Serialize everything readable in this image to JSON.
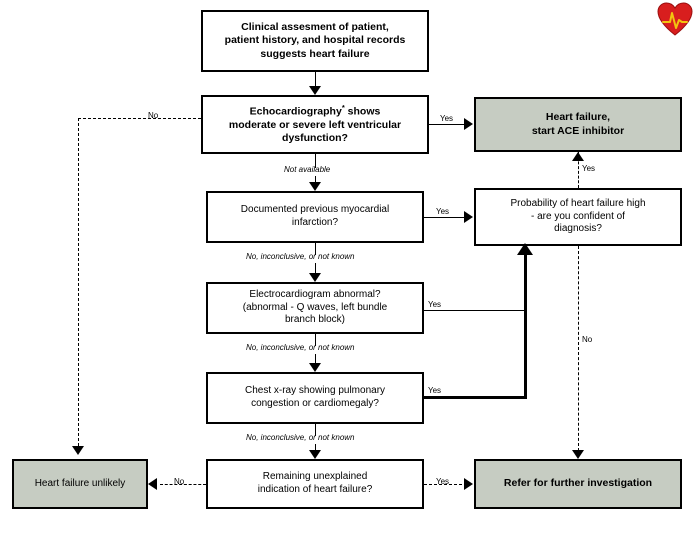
{
  "diagram": {
    "title": "Heart failure diagnosis flowchart",
    "logo": {
      "name": "heart-ecg-logo",
      "heart_color": "#d81e1e",
      "trace_color": "#f2c410"
    },
    "colors": {
      "shaded_node": "#c6ccc2",
      "outline": "#000000",
      "page": "#ffffff"
    }
  },
  "nodes": {
    "clinical_assessment": {
      "line1": "Clinical assesment of patient,",
      "line2": "patient history, and hospital records",
      "line3": "suggests heart failure"
    },
    "echocardiography": {
      "line1_a": "Echocardiography",
      "line1_sup": "*",
      "line1_b": " shows",
      "line2": "moderate or severe left ventricular",
      "line3": "dysfunction?"
    },
    "ace_inhibitor": {
      "line1": "Heart failure,",
      "line2": "start ACE inhibitor"
    },
    "myocardial_infarction": {
      "line1": "Documented previous myocardial",
      "line2": "infarction?"
    },
    "probability": {
      "line1": "Probability of heart failure high",
      "line2": "- are you confident of",
      "line3": "diagnosis?"
    },
    "electrocardiogram": {
      "line1": "Electrocardiogram abnormal?",
      "line2": "(abnormal - Q waves, left bundle",
      "line3": "branch block)"
    },
    "chest_xray": {
      "line1": "Chest x-ray showing pulmonary",
      "line2": "congestion or cardiomegaly?"
    },
    "heart_failure_unlikely": {
      "line1": "Heart failure unlikely"
    },
    "remaining_indication": {
      "line1": "Remaining unexplained",
      "line2": "indication of heart failure?"
    },
    "refer_investigation": {
      "line1": "Refer for further investigation"
    }
  },
  "edge_labels": {
    "echo_no": "No",
    "echo_yes": "Yes",
    "echo_not_available": "Not available",
    "mi_yes": "Yes",
    "mi_no_inconclusive": "No, inconclusive, or not known",
    "ecg_yes": "Yes",
    "ecg_no_inconclusive": "No, inconclusive, or not known",
    "cxr_yes": "Yes",
    "cxr_no_inconclusive": "No, inconclusive, or not known",
    "remaining_no": "No",
    "remaining_yes": "Yes",
    "probability_yes": "Yes",
    "probability_no": "No"
  }
}
